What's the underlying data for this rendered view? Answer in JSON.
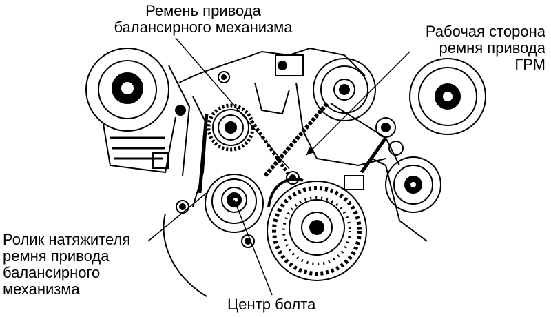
{
  "labels": {
    "balancer_belt": [
      "Ремень привода",
      "балансирного механизма"
    ],
    "timing_belt_working_side": [
      "Рабочая сторона",
      "ремня привода",
      "ГРМ"
    ],
    "tensioner_roller": [
      "Ролик натяжителя",
      "ремня привода",
      "балансирного",
      "механизма"
    ],
    "bolt_center": "Центр болта"
  },
  "colors": {
    "line": "#000000",
    "background": "#ffffff"
  }
}
